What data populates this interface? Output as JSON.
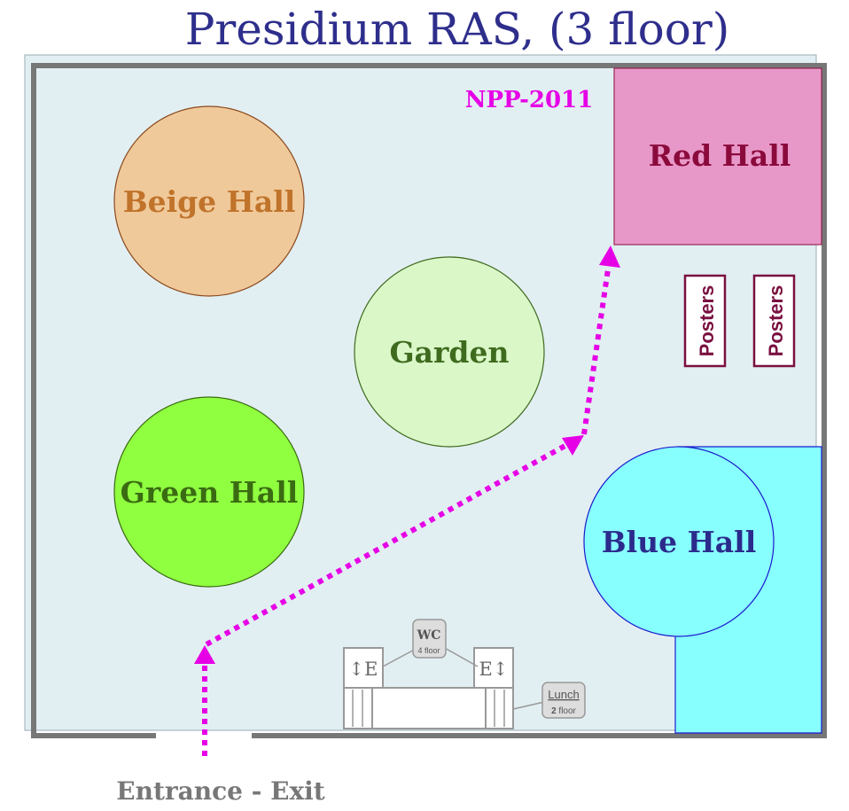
{
  "title": "Presidium RAS, (3 floor)",
  "event_label": "NPP-2011",
  "entrance_label": "Entrance - Exit",
  "rooms": {
    "red_hall": "Red Hall",
    "beige_hall": "Beige Hall",
    "garden": "Garden",
    "green_hall": "Green Hall",
    "blue_hall": "Blue Hall"
  },
  "posters": [
    "Posters",
    "Posters"
  ],
  "elevators": {
    "left": "↕E",
    "right": "E↕"
  },
  "callouts": {
    "wc": {
      "label": "WC",
      "sub": "4 floor"
    },
    "lunch": {
      "label": "Lunch",
      "sub_num": "2",
      "sub_text": " floor"
    }
  },
  "colors": {
    "title": "#2e2e8c",
    "route": "#e600e6",
    "floor": "#e2eff2",
    "wall": "#777777",
    "red_hall": "#e898c8",
    "red_hall_text": "#8b0a3c",
    "beige_hall": "#f0c99a",
    "beige_hall_text": "#c0732a",
    "garden": "#daf7c8",
    "garden_text": "#3f6b1e",
    "green_hall": "#90ff40",
    "green_hall_text": "#3a6b12",
    "blue_hall": "#88ffff",
    "blue_hall_text": "#2b2b8c",
    "posters": "#7a1040",
    "entrance_text": "#777777"
  }
}
